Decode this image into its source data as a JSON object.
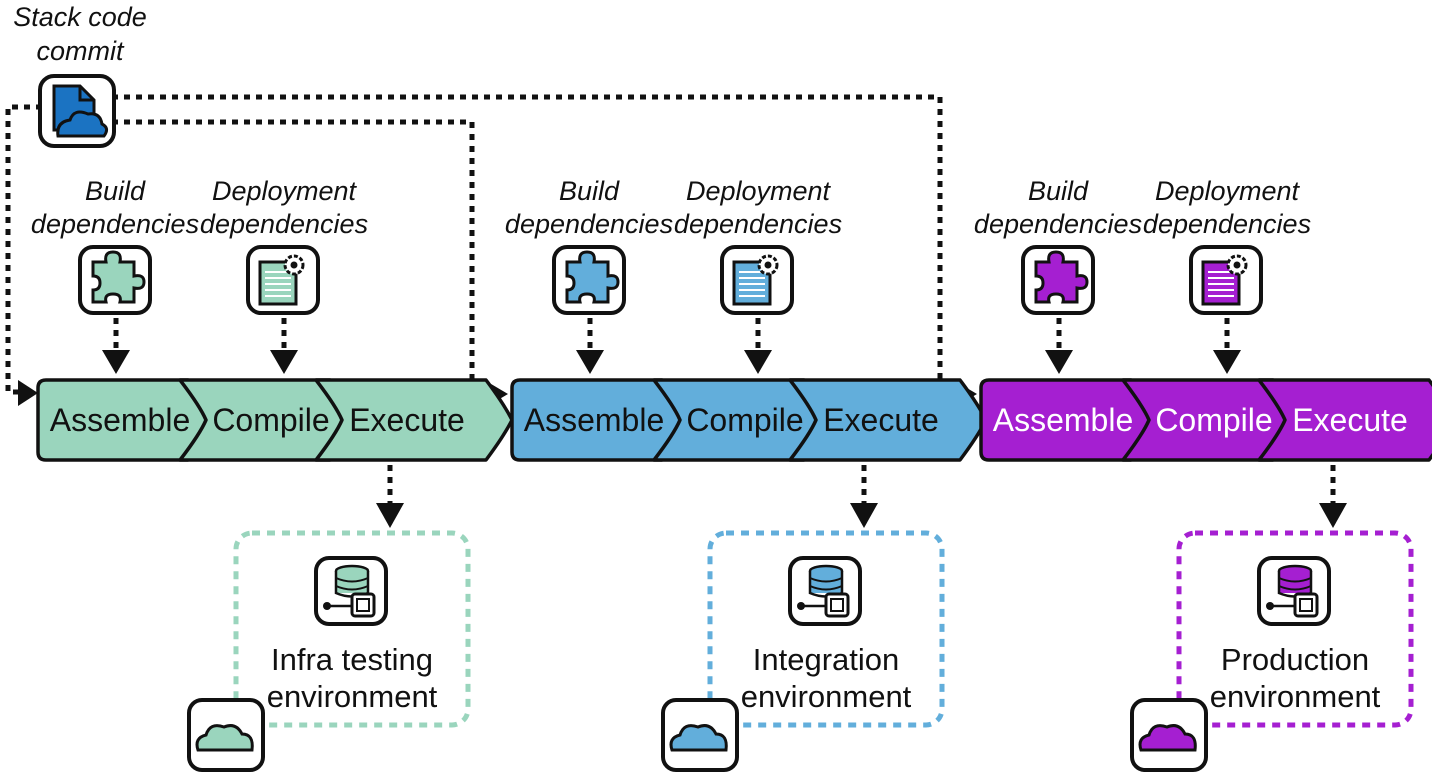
{
  "commit": {
    "label_line1": "Stack code",
    "label_line2": "commit",
    "icon": "document-cloud-icon"
  },
  "stages": [
    {
      "color": "#9ad5bd",
      "build_deps": {
        "line1": "Build",
        "line2": "dependencies",
        "icon": "puzzle-piece-icon"
      },
      "deploy_deps": {
        "line1": "Deployment",
        "line2": "dependencies",
        "icon": "document-gear-icon"
      },
      "steps": [
        "Assemble",
        "Compile",
        "Execute"
      ],
      "environment": {
        "line1": "Infra testing",
        "line2": "environment",
        "icon": "database-server-icon",
        "cloud_icon": "cloud-icon"
      }
    },
    {
      "color": "#62aedb",
      "build_deps": {
        "line1": "Build",
        "line2": "dependencies",
        "icon": "puzzle-piece-icon"
      },
      "deploy_deps": {
        "line1": "Deployment",
        "line2": "dependencies",
        "icon": "document-gear-icon"
      },
      "steps": [
        "Assemble",
        "Compile",
        "Execute"
      ],
      "environment": {
        "line1": "Integration",
        "line2": "environment",
        "icon": "database-server-icon",
        "cloud_icon": "cloud-icon"
      }
    },
    {
      "color": "#a51fd1",
      "build_deps": {
        "line1": "Build",
        "line2": "dependencies",
        "icon": "puzzle-piece-icon"
      },
      "deploy_deps": {
        "line1": "Deployment",
        "line2": "dependencies",
        "icon": "document-gear-icon"
      },
      "steps": [
        "Assemble",
        "Compile",
        "Execute"
      ],
      "environment": {
        "line1": "Production",
        "line2": "environment",
        "icon": "database-server-icon",
        "cloud_icon": "cloud-icon"
      }
    }
  ],
  "colors": {
    "commit_blue": "#1b73c2",
    "stroke": "#111111"
  }
}
